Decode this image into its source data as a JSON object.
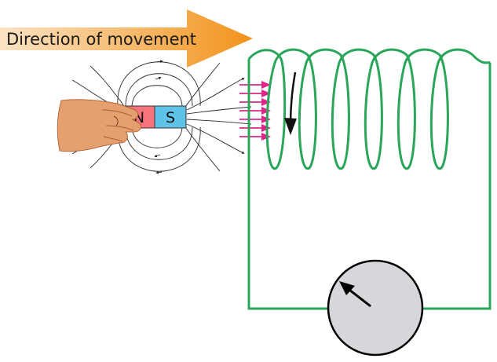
{
  "diagram": {
    "movement_label": "Direction of movement",
    "north_label": "N",
    "south_label": "S",
    "colors": {
      "arrow_start": "#fbe3c4",
      "arrow_end": "#f2931c",
      "north": "#f4737c",
      "south": "#5ec3e6",
      "coil": "#2aa65a",
      "field_arrows": "#e0248a",
      "meter_face": "#d5d7da",
      "skin": "#e6a070"
    },
    "icons": {
      "hand": "hand-icon",
      "needle": "meter-needle-icon"
    }
  }
}
